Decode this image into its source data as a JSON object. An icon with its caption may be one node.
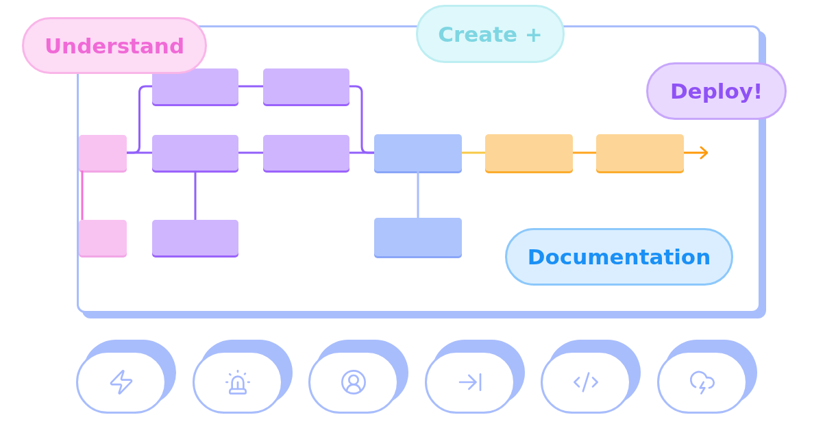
{
  "diagram": {
    "nodes": [
      {
        "text": [],
        "shape": "box"
      },
      {
        "text": [
          "Understand"
        ]
      },
      {
        "text": [
          "Create +"
        ]
      },
      {
        "text": [
          "Deploy!"
        ]
      },
      {
        "text": [],
        "shape": "box",
        "in": 0
      },
      {
        "text": [],
        "shape": "box",
        "in": 0
      },
      {
        "text": [],
        "shape": "box",
        "in": 0
      },
      {
        "text": [],
        "shape": "box",
        "in": 0
      },
      {
        "text": [],
        "shape": "box",
        "in": 0
      },
      {
        "text": [],
        "shape": "box",
        "in": 0
      },
      {
        "text": [],
        "shape": "box",
        "in": 0
      },
      {
        "text": [],
        "shape": "box",
        "in": 0
      },
      {
        "text": [],
        "shape": "box",
        "in": 0
      },
      {
        "text": [],
        "shape": "box",
        "in": 0
      },
      {
        "text": [],
        "shape": "box",
        "in": 0
      },
      {
        "text": [
          "Documentation"
        ],
        "in": 0
      }
    ],
    "edges": [
      {
        "from": 4,
        "to": 5,
        "arrow": "none"
      },
      {
        "from": 4,
        "to": 7,
        "arrow": "none"
      },
      {
        "from": 4,
        "to": 12,
        "arrow": "none",
        "color": "#f472d6"
      },
      {
        "from": 5,
        "to": 6,
        "arrow": "none"
      },
      {
        "from": 7,
        "to": 8,
        "arrow": "none"
      },
      {
        "from": 7,
        "to": 13,
        "arrow": "none"
      },
      {
        "from": 6,
        "to": 9,
        "arrow": "none"
      },
      {
        "from": 8,
        "to": 9,
        "arrow": "none"
      },
      {
        "from": 9,
        "to": 14,
        "arrow": "none",
        "color": "#a8bdfc"
      },
      {
        "from": 9,
        "to": 10,
        "arrow": "none",
        "color": "#f7c948"
      },
      {
        "from": 10,
        "to": 11,
        "arrow": "none",
        "color": "#ffa51f"
      },
      {
        "from": 11,
        "to": null,
        "arrow": "to",
        "color": "#ff9a0a"
      }
    ]
  }
}
